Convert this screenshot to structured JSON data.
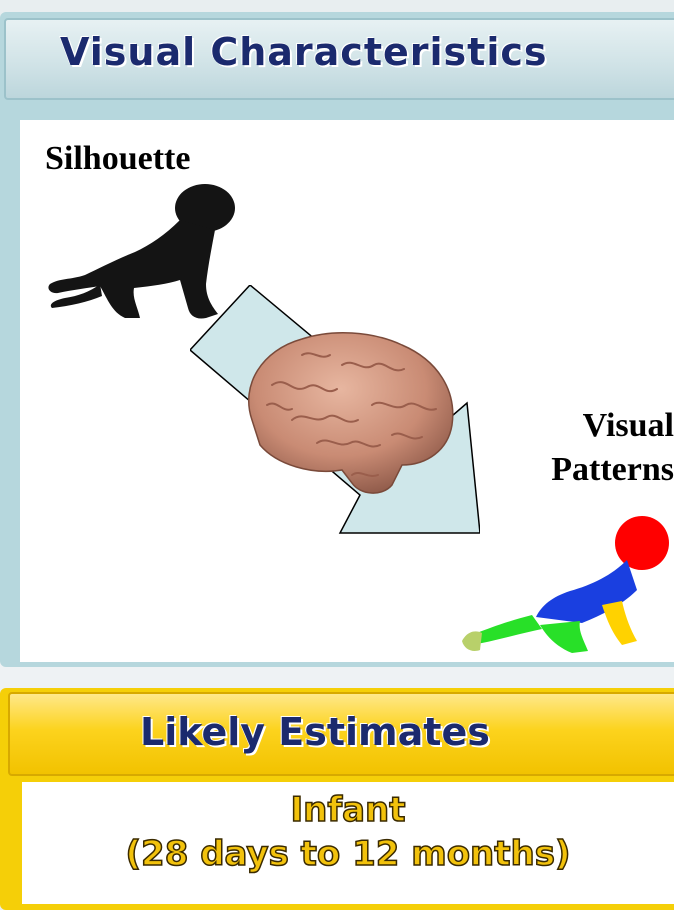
{
  "top_section": {
    "title": "Visual Characteristics",
    "silhouette_label": "Silhouette",
    "pattern_label_line1": "Visual",
    "pattern_label_line2": "Patterns"
  },
  "bottom_section": {
    "title": "Likely Estimates",
    "estimate_line1": "Infant",
    "estimate_line2": "(28 days to 12 months)"
  },
  "colors": {
    "top_panel": "#b6d7dd",
    "title_text": "#1b2a6e",
    "bottom_panel": "#f5cf08",
    "estimate_text": "#f2c20c",
    "arrow_fill": "#cfe7ea",
    "pattern_head": "#ff0000",
    "pattern_torso": "#1a3fe0",
    "pattern_legs": "#28e028"
  },
  "icons": [
    "baby-silhouette-icon",
    "brain-icon",
    "color-pattern-baby-icon",
    "diagonal-arrow-icon"
  ]
}
